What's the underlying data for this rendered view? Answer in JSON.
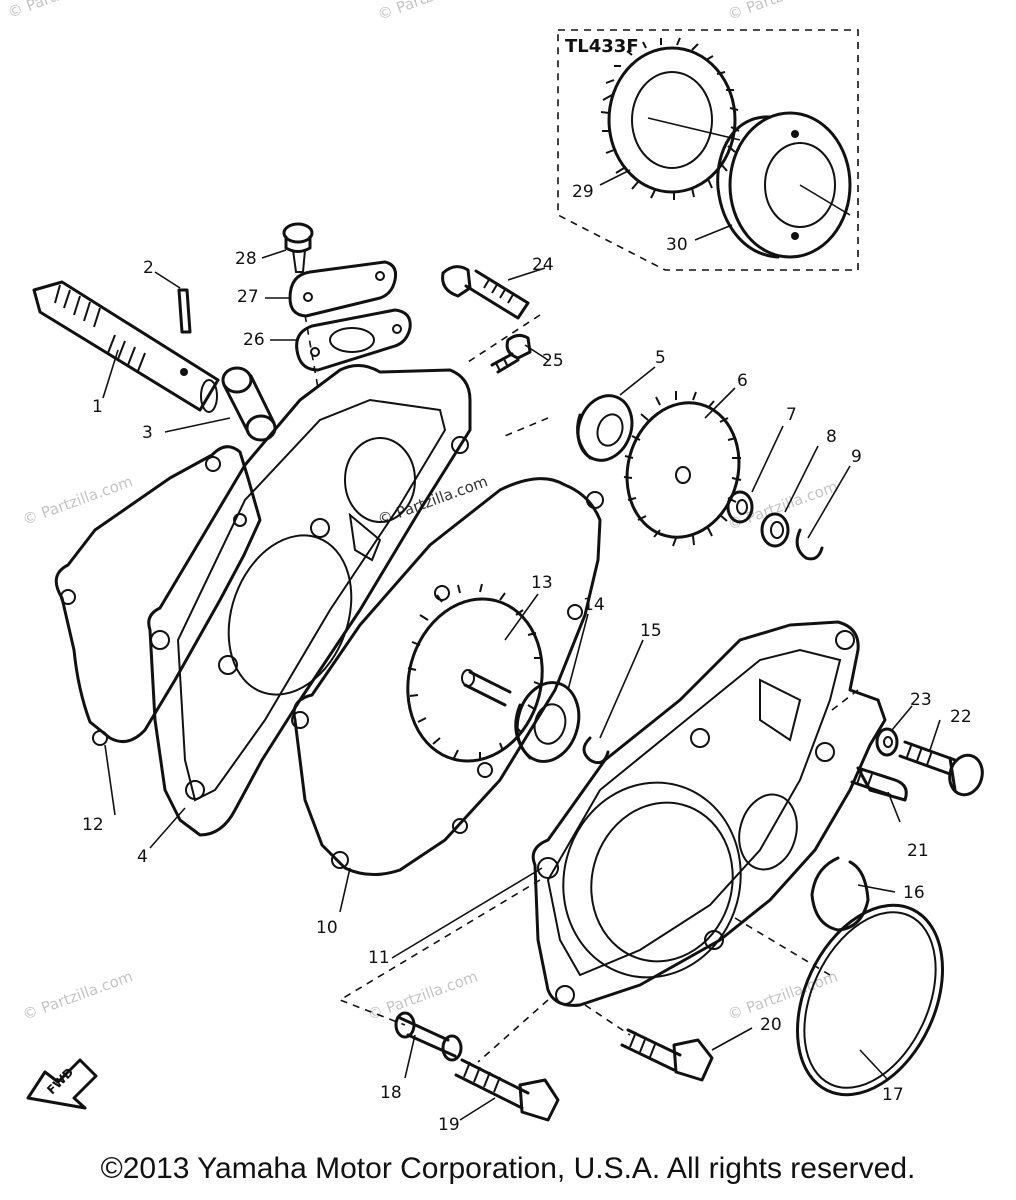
{
  "kit_label": "TL433F",
  "fwd_label": "FWD",
  "watermark": "© Partzilla.com",
  "copyright": "©2013  Yamaha Motor Corporation, U.S.A. All rights reserved.",
  "callouts": [
    "1",
    "2",
    "3",
    "4",
    "5",
    "6",
    "7",
    "8",
    "9",
    "10",
    "11",
    "12",
    "13",
    "14",
    "15",
    "16",
    "17",
    "18",
    "19",
    "20",
    "21",
    "22",
    "23",
    "24",
    "25",
    "26",
    "27",
    "28",
    "29",
    "30"
  ],
  "colors": {
    "line": "#111111",
    "watermark": "#c4c4c4",
    "background": "#ffffff"
  }
}
